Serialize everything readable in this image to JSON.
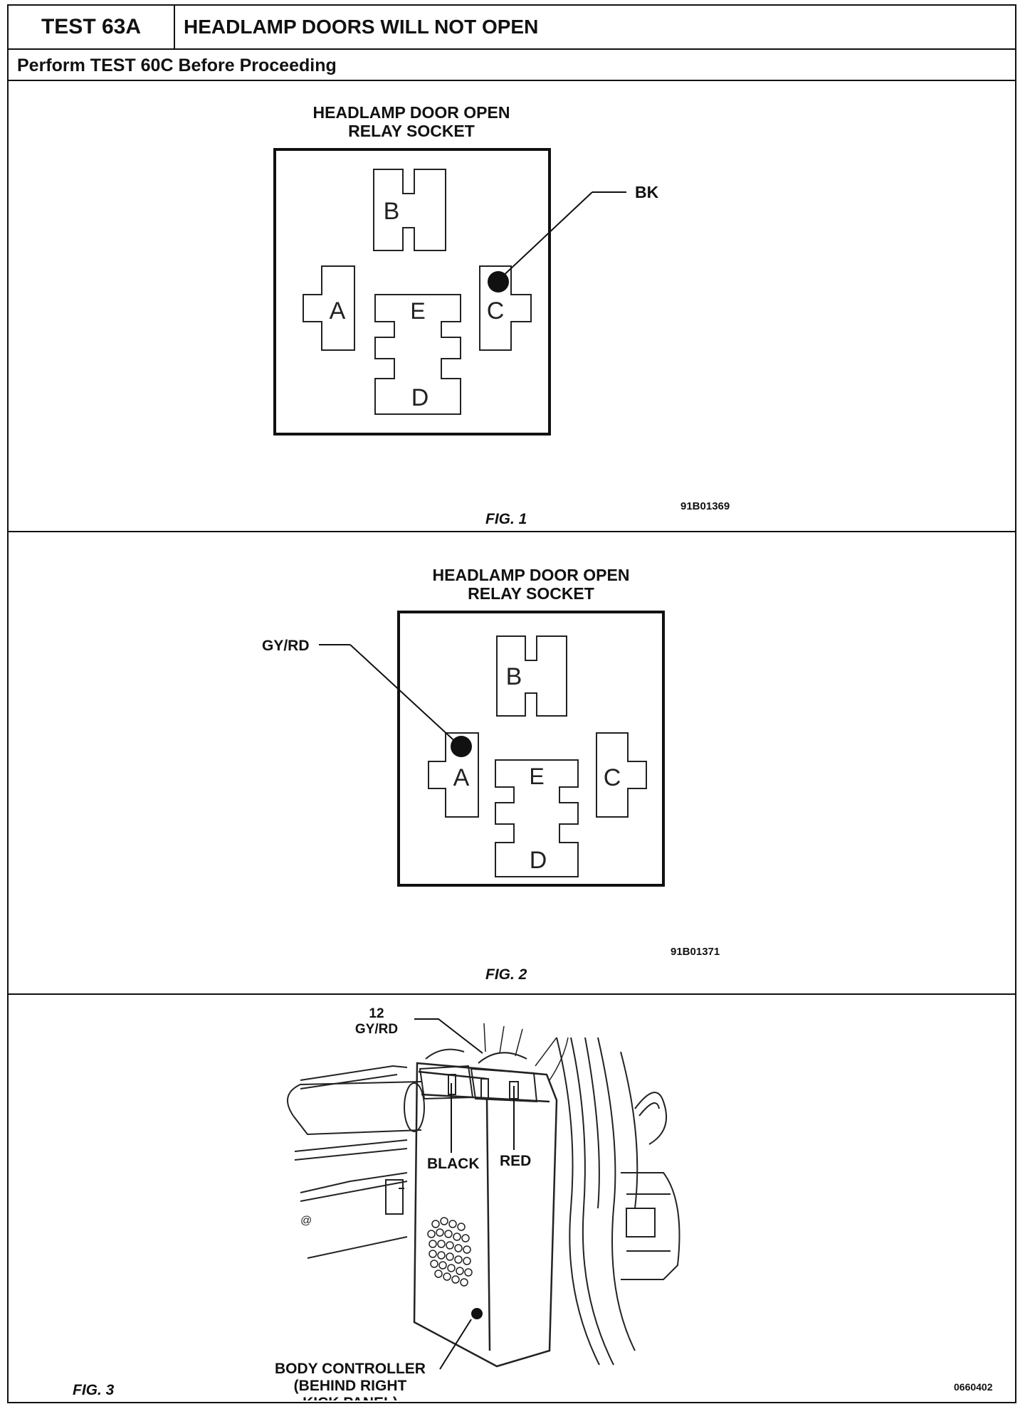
{
  "header": {
    "test_id": "TEST 63A",
    "test_title": "HEADLAMP DOORS WILL NOT OPEN",
    "prerequisite": "Perform TEST 60C Before Proceeding"
  },
  "fig1": {
    "title_line1": "HEADLAMP DOOR OPEN",
    "title_line2": "RELAY SOCKET",
    "terminals": [
      "A",
      "B",
      "C",
      "D",
      "E"
    ],
    "probe_terminal": "C",
    "wire_label": "BK",
    "ref_code": "91B01369",
    "caption": "FIG. 1"
  },
  "fig2": {
    "title_line1": "HEADLAMP DOOR OPEN",
    "title_line2": "RELAY SOCKET",
    "terminals": [
      "A",
      "B",
      "C",
      "D",
      "E"
    ],
    "probe_terminal": "A",
    "wire_label": "GY/RD",
    "ref_code": "91B01371",
    "caption": "FIG. 2"
  },
  "fig3": {
    "pin_label_line1": "12",
    "pin_label_line2": "GY/RD",
    "connector_black": "BLACK",
    "connector_red": "RED",
    "module_label_line1": "BODY CONTROLLER",
    "module_label_line2": "(BEHIND RIGHT",
    "module_label_line3": "KICK PANEL)",
    "ref_code": "0660402",
    "caption": "FIG. 3"
  }
}
